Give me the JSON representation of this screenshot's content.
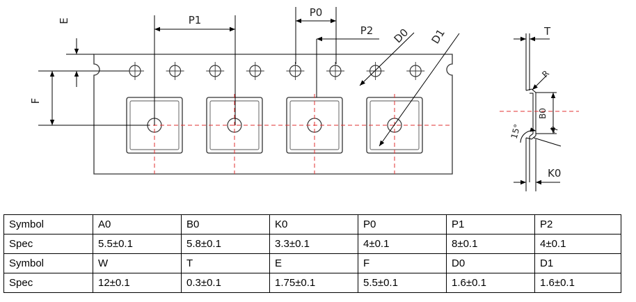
{
  "drawing": {
    "labels": {
      "E": "E",
      "F": "F",
      "P1": "P1",
      "P0": "P0",
      "P2": "P2",
      "D0": "D0",
      "D1": "D1",
      "T": "T",
      "R_top": "R",
      "B0": "B0",
      "R_bottom": "R",
      "angle": "15°",
      "K0": "K0"
    }
  },
  "spec_table": {
    "rows": [
      [
        "Symbol",
        "A0",
        "B0",
        "K0",
        "P0",
        "P1",
        "P2"
      ],
      [
        "Spec",
        "5.5±0.1",
        "5.8±0.1",
        "3.3±0.1",
        "4±0.1",
        "8±0.1",
        "4±0.1"
      ],
      [
        "Symbol",
        "W",
        "T",
        "E",
        "F",
        "D0",
        "D1"
      ],
      [
        "Spec",
        "12±0.1",
        "0.3±0.1",
        "1.75±0.1",
        "5.5±0.1",
        "1.6±0.1",
        "1.6±0.1"
      ]
    ]
  }
}
